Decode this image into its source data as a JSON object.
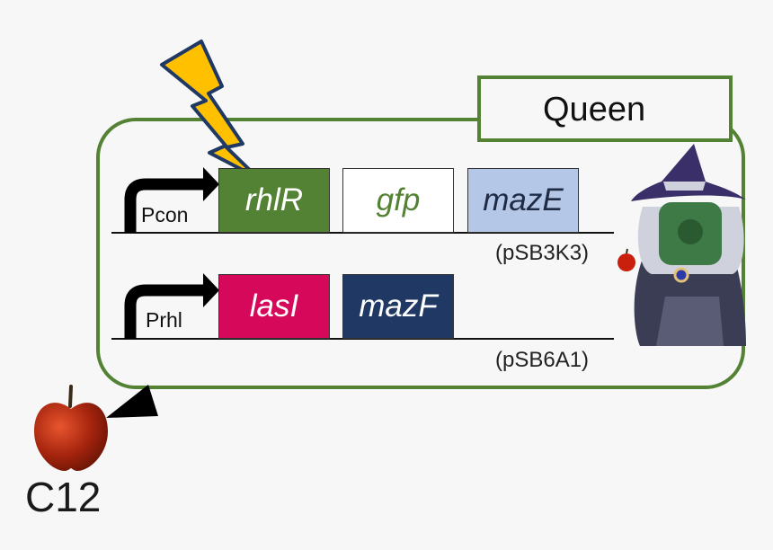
{
  "title": "Queen",
  "molecule": {
    "label": "C12"
  },
  "constructs": [
    {
      "promoter": "Pcon",
      "plasmid": "(pSB3K3)",
      "genes": [
        {
          "name": "rhlR",
          "fill": "#548235",
          "text_color": "#ffffff"
        },
        {
          "name": "gfp",
          "fill": "#ffffff",
          "text_color": "#548235"
        },
        {
          "name": "mazE",
          "fill": "#b4c7e7",
          "text_color": "#1f2a44"
        }
      ]
    },
    {
      "promoter": "Prhl",
      "plasmid": "(pSB6A1)",
      "genes": [
        {
          "name": "lasI",
          "fill": "#d6085a",
          "text_color": "#ffffff"
        },
        {
          "name": "mazF",
          "fill": "#203864",
          "text_color": "#ffffff"
        }
      ]
    }
  ],
  "colors": {
    "cell_border": "#548235",
    "lightning": "#ffc000",
    "lightning_outline": "#1f3864",
    "apple": "#8b1a0a"
  },
  "icons": [
    "lightning-icon",
    "apple-icon",
    "witch-character-icon",
    "promoter-arrow-icon"
  ]
}
